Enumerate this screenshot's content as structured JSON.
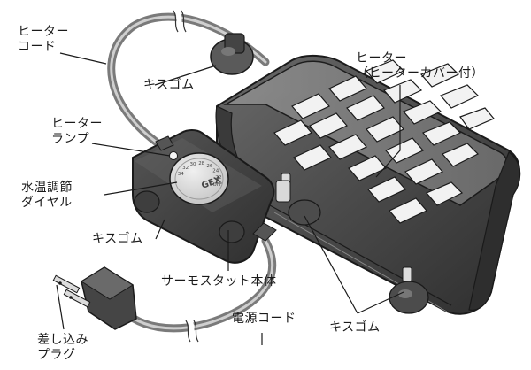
{
  "labels": {
    "heater_cord": [
      "ヒーター",
      "コード"
    ],
    "suction_cup_top": "キスゴム",
    "heater": [
      "ヒーター",
      "（ヒーターカバー付）"
    ],
    "heater_lamp": [
      "ヒーター",
      "ランプ"
    ],
    "temp_dial": [
      "水温調節",
      "ダイヤル"
    ],
    "suction_cup_left": "キスゴム",
    "plug": [
      "差し込み",
      "プラグ"
    ],
    "thermostat_body": "サーモスタット本体",
    "power_cord": "電源コード",
    "suction_cup_bottom": "キスゴム"
  },
  "dial": {
    "brand": "GEX",
    "scale": [
      "34",
      "32",
      "30",
      "28",
      "26",
      "24",
      "22",
      "OFF"
    ]
  },
  "colors": {
    "ink": "#1a1a1a",
    "cord": "#8a8a8a",
    "heater_body": "#5e5e5e",
    "dial_face": "#d8d8d8"
  }
}
